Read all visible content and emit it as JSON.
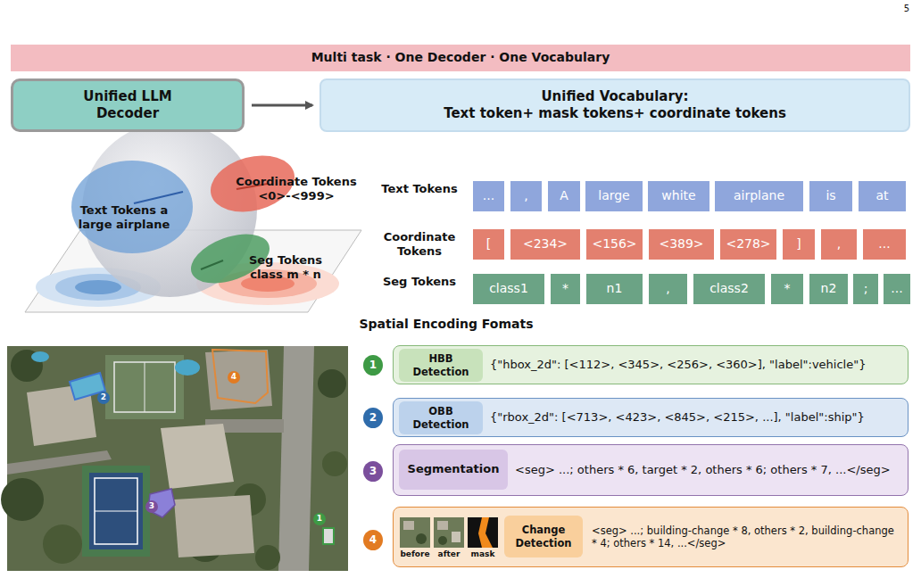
{
  "diagram": {
    "nodes": [
      {
        "text": [
          "Multi task · One Decoder · One Vocabulary"
        ]
      },
      {
        "text": [
          "Unified LLM Decoder"
        ]
      },
      {
        "text": [
          "Unified Vocabulary:",
          "Text token+ mask tokens+ coordinate tokens"
        ]
      },
      {
        "text": [
          "..."
        ]
      },
      {
        "text": [
          ","
        ]
      },
      {
        "text": [
          "A"
        ]
      },
      {
        "text": [
          "large"
        ]
      },
      {
        "text": [
          "white"
        ]
      },
      {
        "text": [
          "airplane"
        ]
      },
      {
        "text": [
          "is"
        ]
      },
      {
        "text": [
          "at"
        ]
      },
      {
        "text": [
          "["
        ]
      },
      {
        "text": [
          "<234>"
        ]
      },
      {
        "text": [
          "<156>"
        ]
      },
      {
        "text": [
          "<389>"
        ]
      },
      {
        "text": [
          "<278>"
        ]
      },
      {
        "text": [
          "]"
        ]
      },
      {
        "text": [
          ","
        ]
      },
      {
        "text": [
          "..."
        ]
      },
      {
        "text": [
          "class1"
        ]
      },
      {
        "text": [
          "*"
        ]
      },
      {
        "text": [
          "n1"
        ]
      },
      {
        "text": [
          ","
        ]
      },
      {
        "text": [
          "class2"
        ]
      },
      {
        "text": [
          "*"
        ]
      },
      {
        "text": [
          "n2"
        ]
      },
      {
        "text": [
          ";"
        ]
      },
      {
        "text": [
          "..."
        ]
      },
      {
        "text": [
          "1"
        ]
      },
      {
        "text": [
          "{\"hbox_2d\": [<112>, <345>, <256>, <360>], \"label\":vehicle\"}"
        ]
      },
      {
        "text": [
          "HBB Detection"
        ],
        "in": 29
      },
      {
        "text": [
          "2"
        ]
      },
      {
        "text": [
          "{\"rbox_2d\": [<713>, <423>, <845>, <215>, ...], \"label\":ship\"}"
        ]
      },
      {
        "text": [
          "OBB Detection"
        ],
        "in": 32
      },
      {
        "text": [
          "3"
        ]
      },
      {
        "text": [
          "<seg> ...; others * 6, target * 2, others * 6; others * 7, ...</seg>"
        ]
      },
      {
        "text": [
          "Segmentation"
        ],
        "in": 35
      },
      {
        "text": [
          "4"
        ]
      },
      {
        "text": [
          "<seg> ...; building-change * 8, others * 2, building-change * 4; others * 14, ...</seg>"
        ]
      },
      {
        "text": [
          "Change Detection"
        ],
        "in": 38
      }
    ],
    "edges": [
      {
        "from": 1,
        "to": 2,
        "arrow": "to"
      }
    ],
    "labels": [
      "5",
      "Coordinate Tokens <0>-<999>",
      "Text Tokens a large airplane",
      "Seg Tokens class m * n",
      "Text Tokens",
      "Coordinate Tokens",
      "Seg Tokens",
      "Spatial Encoding Fomats",
      "1",
      "2",
      "3",
      "4",
      "before",
      "after",
      "mask"
    ]
  }
}
